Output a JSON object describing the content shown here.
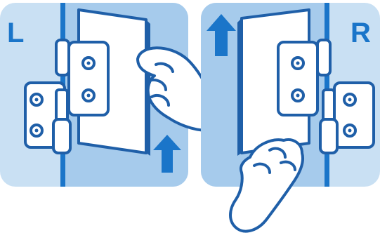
{
  "colors": {
    "background": "#ffffff",
    "panel_light": "#c9e0f3",
    "panel_mid": "#a6cbec",
    "accent_blue": "#1a75c9",
    "ink": "#1f5fa8",
    "white": "#ffffff"
  },
  "left_panel": {
    "label": "L",
    "arrow_direction": "up",
    "icons": [
      "door-panel-icon",
      "hinge-icon",
      "hand-icon",
      "up-arrow-icon"
    ]
  },
  "right_panel": {
    "label": "R",
    "arrow_direction": "up",
    "icons": [
      "door-panel-icon",
      "hinge-icon",
      "hand-icon",
      "up-arrow-icon"
    ]
  }
}
